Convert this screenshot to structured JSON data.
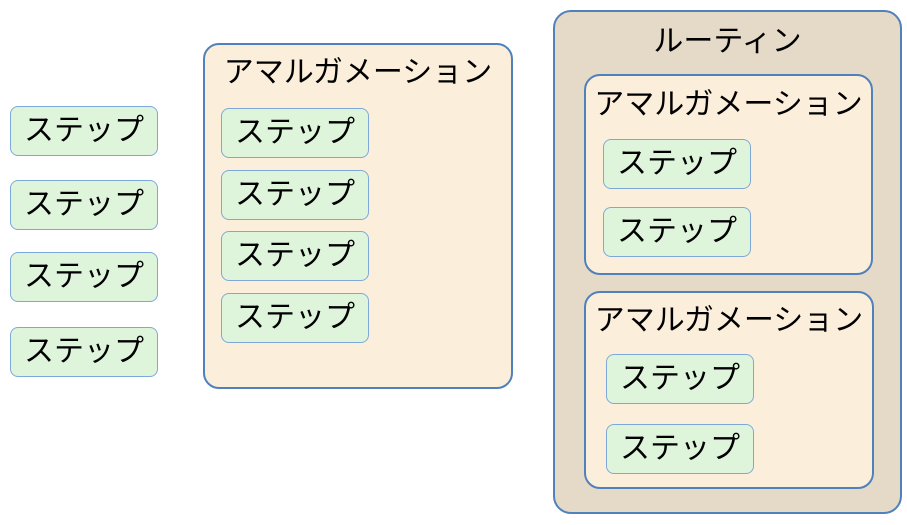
{
  "colors": {
    "step_fill": "#def5dc",
    "step_border": "#7ea8da",
    "panel_fill": "#fbeeda",
    "panel_border": "#4f81bd",
    "routine_fill": "#e5d9c7",
    "text_color": "#000000",
    "page_background": "#ffffff"
  },
  "standalone_steps": [
    {
      "label": "ステップ"
    },
    {
      "label": "ステップ"
    },
    {
      "label": "ステップ"
    },
    {
      "label": "ステップ"
    }
  ],
  "amalgamation": {
    "title": "アマルガメーション",
    "steps": [
      {
        "label": "ステップ"
      },
      {
        "label": "ステップ"
      },
      {
        "label": "ステップ"
      },
      {
        "label": "ステップ"
      }
    ]
  },
  "routine": {
    "title": "ルーティン",
    "amalgamations": [
      {
        "title": "アマルガメーション",
        "steps": [
          {
            "label": "ステップ"
          },
          {
            "label": "ステップ"
          }
        ]
      },
      {
        "title": "アマルガメーション",
        "steps": [
          {
            "label": "ステップ"
          },
          {
            "label": "ステップ"
          }
        ]
      }
    ]
  }
}
